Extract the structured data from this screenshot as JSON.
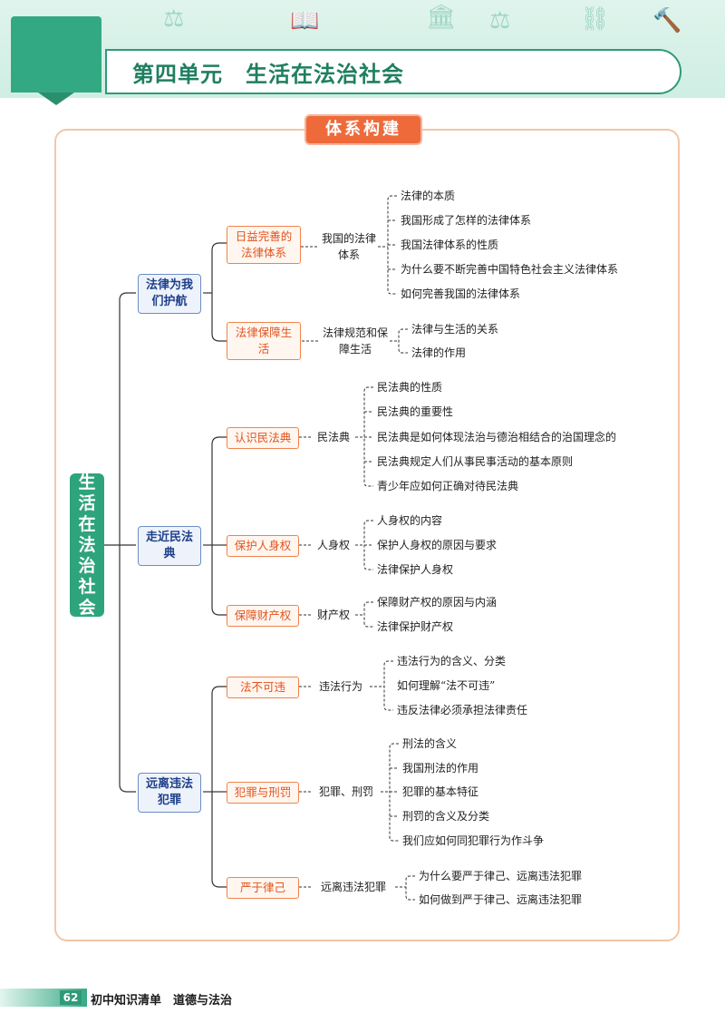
{
  "unit_title": "第四单元　生活在法治社会",
  "section_badge": "体系构建",
  "root": "生活在法治社会",
  "branches": [
    {
      "label": "法律为我们护航",
      "children": [
        {
          "label": "日益完善的法律体系",
          "topic": "我国的法律体系",
          "leaves": [
            "法律的本质",
            "我国形成了怎样的法律体系",
            "我国法律体系的性质",
            "为什么要不断完善中国特色社会主义法律体系",
            "如何完善我国的法律体系"
          ]
        },
        {
          "label": "法律保障生活",
          "topic": "法律规范和保障生活",
          "leaves": [
            "法律与生活的关系",
            "法律的作用"
          ]
        }
      ]
    },
    {
      "label": "走近民法典",
      "children": [
        {
          "label": "认识民法典",
          "topic": "民法典",
          "leaves": [
            "民法典的性质",
            "民法典的重要性",
            "民法典是如何体现法治与德治相结合的治国理念的",
            "民法典规定人们从事民事活动的基本原则",
            "青少年应如何正确对待民法典"
          ]
        },
        {
          "label": "保护人身权",
          "topic": "人身权",
          "leaves": [
            "人身权的内容",
            "保护人身权的原因与要求",
            "法律保护人身权"
          ]
        },
        {
          "label": "保障财产权",
          "topic": "财产权",
          "leaves": [
            "保障财产权的原因与内涵",
            "法律保护财产权"
          ]
        }
      ]
    },
    {
      "label": "远离违法犯罪",
      "children": [
        {
          "label": "法不可违",
          "topic": "违法行为",
          "leaves": [
            "违法行为的含义、分类",
            "如何理解“法不可违”",
            "违反法律必须承担法律责任"
          ]
        },
        {
          "label": "犯罪与刑罚",
          "topic": "犯罪、刑罚",
          "leaves": [
            "刑法的含义",
            "我国刑法的作用",
            "犯罪的基本特征",
            "刑罚的含义及分类",
            "我们应如何同犯罪行为作斗争"
          ]
        },
        {
          "label": "严于律己",
          "topic": "远离违法犯罪",
          "leaves": [
            "为什么要严于律己、远离违法犯罪",
            "如何做到严于律己、远离违法犯罪"
          ]
        }
      ]
    }
  ],
  "footer": {
    "page_number": "62",
    "book": "初中知识清单　道德与法治"
  },
  "colors": {
    "green": "#2ea47c",
    "orange": "#ee6a3a",
    "blue": "#6c8dc4"
  }
}
